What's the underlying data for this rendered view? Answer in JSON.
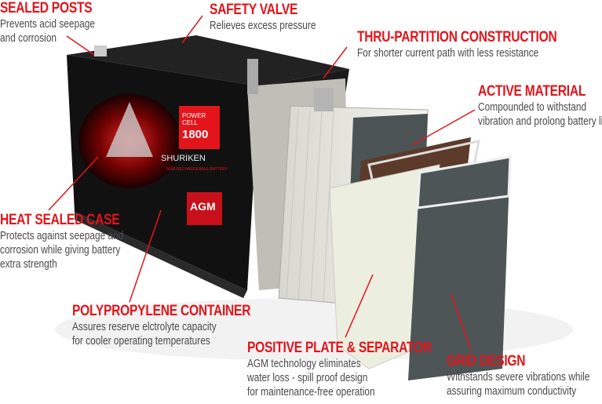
{
  "callouts": [
    {
      "id": "sealed-posts",
      "title": "SEALED POSTS",
      "lines": [
        "Prevents acid seepage",
        "and corrosion"
      ]
    },
    {
      "id": "safety-valve",
      "title": "SAFETY VALVE",
      "lines": [
        "Relieves excess pressure"
      ]
    },
    {
      "id": "thru-partition",
      "title": "THRU-PARTITION CONSTRUCTION",
      "lines": [
        "For shorter current path with less resistance"
      ]
    },
    {
      "id": "active-material",
      "title": "ACTIVE MATERIAL",
      "lines": [
        "Compounded to withstand",
        "vibration and prolong battery life"
      ]
    },
    {
      "id": "heat-sealed-case",
      "title": "HEAT SEALED CASE",
      "lines": [
        "Protects against seepage and",
        "corrosion while giving battery",
        "extra strength"
      ]
    },
    {
      "id": "polypropylene",
      "title": "POLYPROPYLENE CONTAINER",
      "lines": [
        "Assures reserve elctrolyte capacity",
        "for cooler operating temperatures"
      ]
    },
    {
      "id": "positive-plate",
      "title": "POSITIVE PLATE & SEPARATOR",
      "lines": [
        "AGM technology eliminates",
        "water loss - spill proof design",
        "for maintenance-free operation"
      ]
    },
    {
      "id": "grid-design",
      "title": "GRID DESIGN",
      "lines": [
        "Withstands severe vibrations while",
        "assuring maximum conductivity"
      ]
    }
  ],
  "battery": {
    "brand": "SHURIKEN",
    "subtitle": "AGM RECHARGEABLE BATTERY",
    "badge_line1": "POWER",
    "badge_line2": "CELL",
    "model": "1800",
    "type": "AGM"
  },
  "colors": {
    "accent": "#e4141b",
    "text": "#4a4a4a",
    "case": "#141414"
  }
}
